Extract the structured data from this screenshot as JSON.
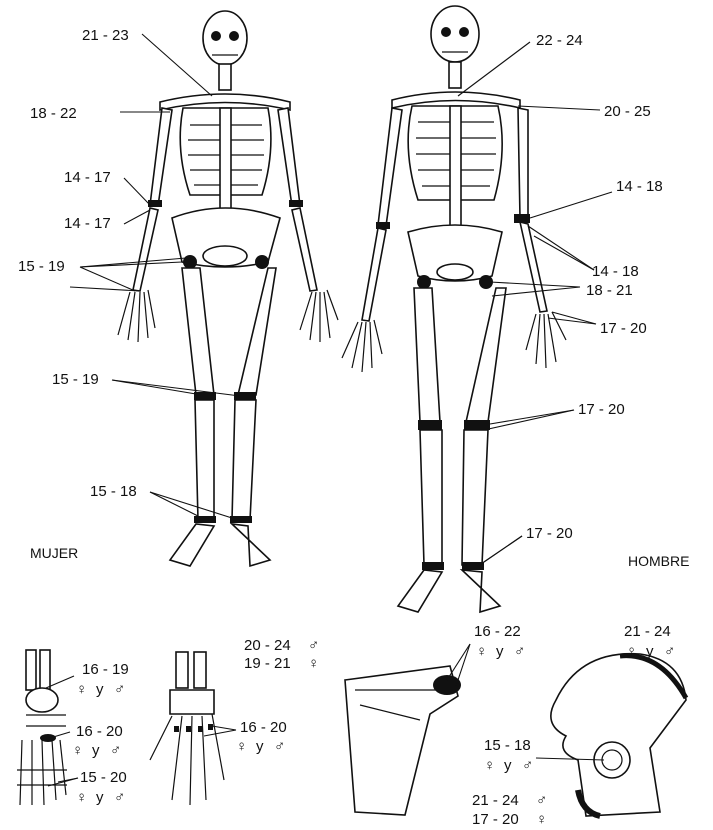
{
  "captions": {
    "female": "MUJER",
    "male": "HOMBRE"
  },
  "female_labels": {
    "clavicle": "21 - 23",
    "shoulder": "18 - 22",
    "elbow_upper": "14 - 17",
    "elbow_lower": "14 - 17",
    "wrist_hip": "15 - 19",
    "knee": "15 - 19",
    "ankle": "15 - 18"
  },
  "male_labels": {
    "clavicle": "22 - 24",
    "shoulder": "20 - 25",
    "elbow": "14 - 18",
    "forearm": "14 - 18",
    "hip": "18 - 21",
    "wrist": "17 - 20",
    "knee": "17 - 20",
    "ankle": "17 - 20"
  },
  "detail_labels": {
    "foot_heel": "16 - 19",
    "foot_tarsal": "16 - 20",
    "foot_toes": "15 - 20",
    "hand": "16 - 20",
    "scapula_male": "20 - 24",
    "scapula_female": "19 - 21",
    "scapula_head": "16 - 22",
    "pelvis_crest": "21 - 24",
    "pelvis_acetabulum": "15 - 18",
    "pelvis_ischium_male": "21 - 24",
    "pelvis_ischium_female": "17 - 20"
  },
  "sex_symbols": {
    "female": "♀",
    "male": "♂",
    "connector": "y"
  }
}
